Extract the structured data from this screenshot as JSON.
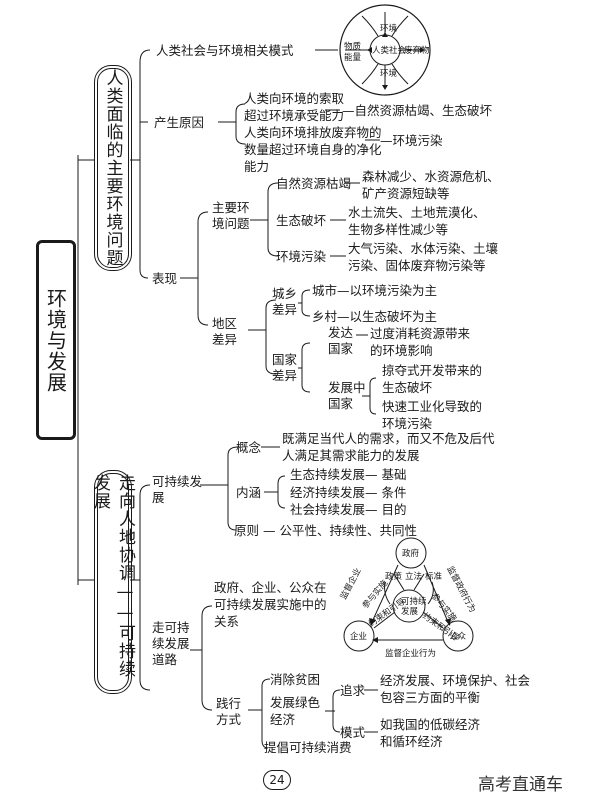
{
  "root": "环境与发展",
  "branch1": {
    "title": "人类面临的主要环境问题",
    "model": {
      "label": "人类社会与环境相关模式",
      "center": "人类社会",
      "top": "环境",
      "left": "物质能量",
      "right": "废弃物",
      "bottom": "环境"
    },
    "cause": {
      "label": "产生原因",
      "items": [
        {
          "text": "人类向环境的索取超过环境承受能力",
          "result": "自然资源枯竭、生态破坏"
        },
        {
          "text": "人类向环境排放废弃物的数量超过环境自身的净化能力",
          "result": "环境污染"
        }
      ]
    },
    "show": {
      "label": "表现",
      "main": {
        "label": "主要环境问题",
        "items": [
          {
            "name": "自然资源枯竭",
            "desc": "森林减少、水资源危机、矿产资源短缺等"
          },
          {
            "name": "生态破坏",
            "desc": "水土流失、土地荒漠化、生物多样性减少等"
          },
          {
            "name": "环境污染",
            "desc": "大气污染、水体污染、土壤污染、固体废弃物污染等"
          }
        ]
      },
      "region": {
        "label": "地区差异",
        "urban": {
          "label": "城乡差异",
          "city": "城市—以环境污染为主",
          "rural": "乡村—以生态破坏为主"
        },
        "country": {
          "label": "国家差异",
          "developed_label": "发达国家",
          "developed_desc": "过度消耗资源带来的环境影响",
          "developing_label": "发展中国家",
          "developing_desc1": "掠夺式开发带来的生态破坏",
          "developing_desc2": "快速工业化导致的环境污染"
        }
      }
    }
  },
  "branch2": {
    "title": "走向人地协调——可持续发展",
    "sustain": {
      "label": "可持续发展",
      "concept_label": "概念",
      "concept_text": "既满足当代人的需求，而又不危及后代人满足其需求能力的发展",
      "content_label": "内涵",
      "content_items": [
        "生态持续发展— 基础",
        "经济持续发展— 条件",
        "社会持续发展— 目的"
      ],
      "principle": "原则 — 公平性、持续性、共同性"
    },
    "path": {
      "label": "走可持续发展道路",
      "relation_label": "政府、企业、公众在可持续发展实施中的关系",
      "triangle": {
        "gov": "政府",
        "ent": "企业",
        "pub": "公众",
        "center": "可持续发展",
        "policy_tags": [
          "政策",
          "立法",
          "标准"
        ],
        "left_top": "监督企业",
        "right_top": "监督政府行为",
        "bottom": "监督企业行为",
        "inner_left": "参与实施",
        "inner_right": "参与实施",
        "inner_bl": "约束和引导",
        "inner_br": "约束和引导"
      },
      "practice": {
        "label": "践行方式",
        "items": [
          "消除贫困",
          "发展绿色经济",
          "提倡可持续消费"
        ],
        "pursuit_label": "追求",
        "pursuit_text": "经济发展、环境保护、社会包容三方面的平衡",
        "mode_label": "模式",
        "mode_text": "如我国的低碳经济和循环经济"
      }
    }
  },
  "page_number": "24",
  "watermark": "高考直通车"
}
